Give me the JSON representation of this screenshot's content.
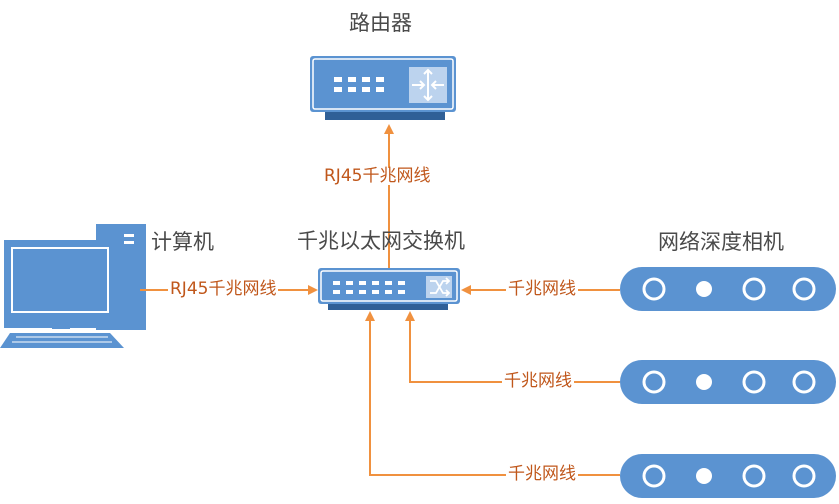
{
  "nodes": {
    "router": {
      "label": "路由器"
    },
    "computer": {
      "label": "计算机"
    },
    "switch": {
      "label": "千兆以太网交换机"
    },
    "cameras": {
      "label": "网络深度相机",
      "count": 3
    }
  },
  "links": {
    "switch_to_router": "RJ45千兆网线",
    "computer_to_switch": "RJ45千兆网线",
    "camera1_to_switch": "千兆网线",
    "camera2_to_switch": "千兆网线",
    "camera3_to_switch": "千兆网线"
  },
  "colors": {
    "device_blue": "#5b93d1",
    "device_dark": "#2f5f97",
    "arrow_orange": "#f0913f",
    "label_orange": "#c0571b",
    "label_gray": "#4a4a4a"
  },
  "icons": {
    "router": "router-icon",
    "switch": "switch-icon",
    "computer": "desktop-computer-icon",
    "camera": "depth-camera-icon"
  }
}
